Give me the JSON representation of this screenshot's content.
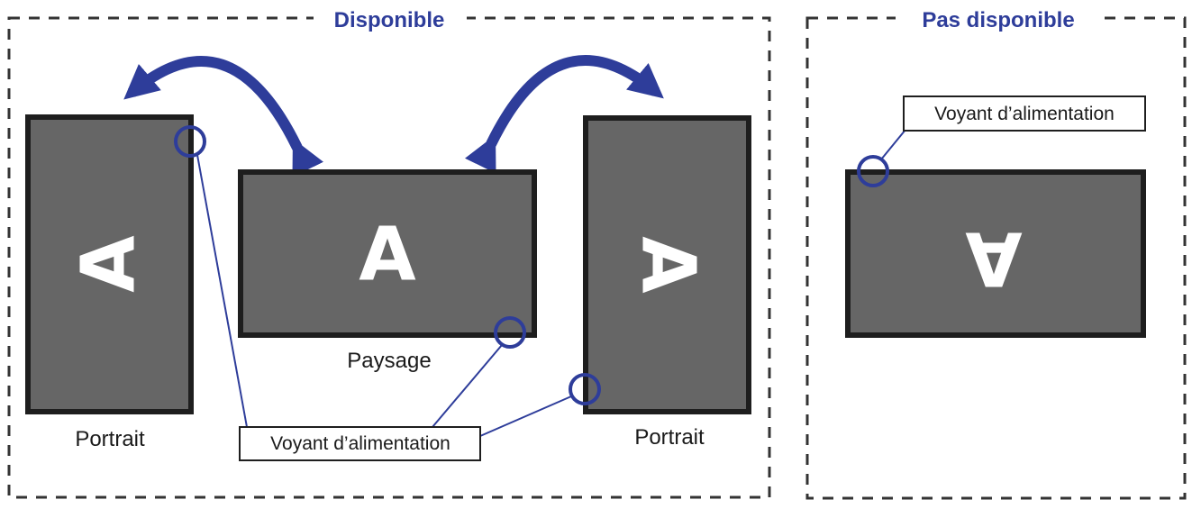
{
  "sections": {
    "available": {
      "title": "Disponible"
    },
    "unavailable": {
      "title": "Pas disponible"
    }
  },
  "labels": {
    "portrait_left": "Portrait",
    "landscape": "Paysage",
    "portrait_right": "Portrait"
  },
  "screen_glyph": "A",
  "callouts": {
    "available": "Voyant d’alimentation",
    "unavailable": "Voyant d’alimentation"
  },
  "colors": {
    "accent": "#2e3d9a",
    "screen_fill": "#666666",
    "screen_border": "#1e1e1e",
    "dash": "#333333"
  }
}
